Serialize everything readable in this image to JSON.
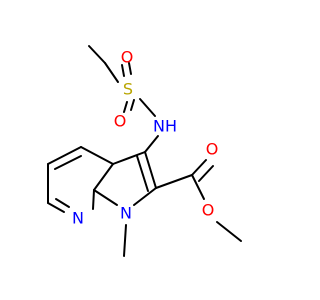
{
  "molecule": {
    "atoms": {
      "sulfur": "S",
      "sulfonyl_oxygen_top": "O",
      "sulfonyl_oxygen_bottom": "O",
      "sulfonamide_nh": "NH",
      "ester_carbonyl_oxygen": "O",
      "ester_ether_oxygen": "O",
      "pyrrole_n": "N",
      "pyridine_n": "N"
    },
    "colors": {
      "oxygen": "#ff0000",
      "sulfur": "#b8a500",
      "nitrogen": "#0000ff",
      "bond": "#000000"
    }
  }
}
